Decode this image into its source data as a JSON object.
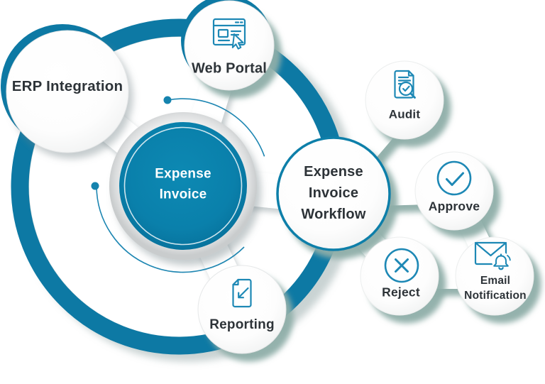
{
  "center_node": {
    "label": "Expense\nInvoice"
  },
  "ring_nodes": {
    "erp": {
      "label": "ERP Integration"
    },
    "web_portal": {
      "label": "Web Portal",
      "icon": "web-portal-browser-icon"
    },
    "workflow": {
      "label": "Expense\nInvoice\nWorkflow"
    },
    "reporting": {
      "label": "Reporting",
      "icon": "reporting-document-icon"
    }
  },
  "workflow_nodes": {
    "audit": {
      "label": "Audit",
      "icon": "audit-document-magnifier-icon"
    },
    "approve": {
      "label": "Approve",
      "icon": "approve-check-circle-icon"
    },
    "reject": {
      "label": "Reject",
      "icon": "reject-cross-circle-icon"
    },
    "email_notification": {
      "label": "Email\nNotification",
      "icon": "email-envelope-bell-icon"
    }
  },
  "colors": {
    "teal_fill": "#0a80ab",
    "teal_ring": "#0d79a4",
    "icon_stroke": "#1d88b5",
    "sage_shadow": "#8fada8",
    "label_text": "#2d3338"
  }
}
